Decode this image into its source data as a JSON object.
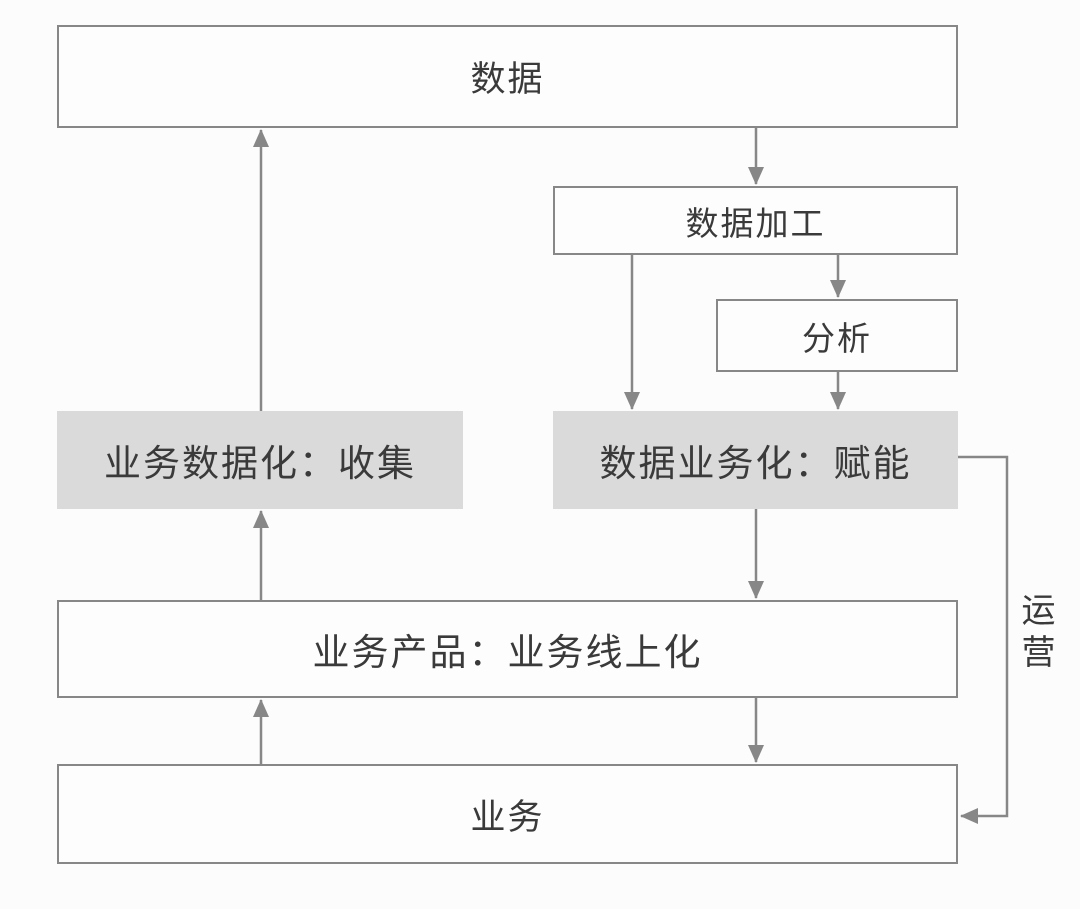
{
  "diagram": {
    "nodes": {
      "data": "数据",
      "processing": "数据加工",
      "analysis": "分析",
      "collect": "业务数据化：收集",
      "empower": "数据业务化：赋能",
      "product": "业务产品：业务线上化",
      "business": "业务"
    },
    "edge_labels": {
      "operation": "运营"
    },
    "colors": {
      "background": "#fcfcfc",
      "line": "#878787",
      "highlight_fill": "#dadada",
      "box_fill": "#fdfdfd",
      "text": "#3a3a3a"
    }
  }
}
